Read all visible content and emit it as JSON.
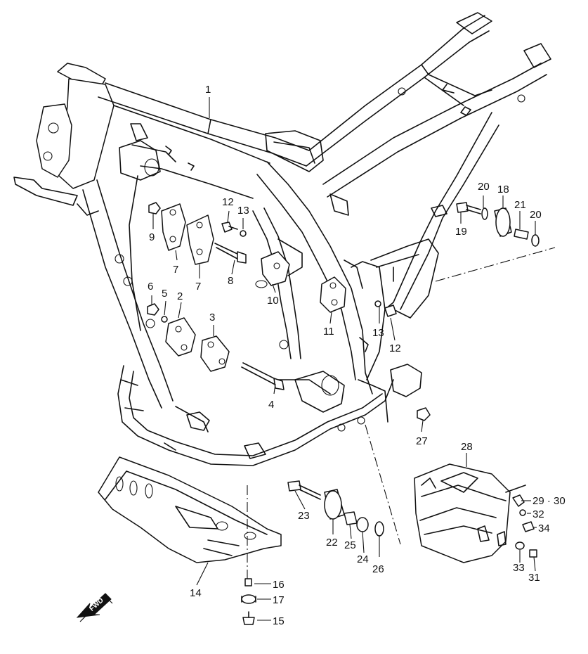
{
  "diagram": {
    "callouts": [
      {
        "id": "1",
        "label": "1"
      },
      {
        "id": "2",
        "label": "2"
      },
      {
        "id": "3",
        "label": "3"
      },
      {
        "id": "4",
        "label": "4"
      },
      {
        "id": "5",
        "label": "5"
      },
      {
        "id": "6",
        "label": "6"
      },
      {
        "id": "7a",
        "label": "7"
      },
      {
        "id": "7b",
        "label": "7"
      },
      {
        "id": "8",
        "label": "8"
      },
      {
        "id": "9",
        "label": "9"
      },
      {
        "id": "10",
        "label": "10"
      },
      {
        "id": "11",
        "label": "11"
      },
      {
        "id": "12a",
        "label": "12"
      },
      {
        "id": "12b",
        "label": "12"
      },
      {
        "id": "13a",
        "label": "13"
      },
      {
        "id": "13b",
        "label": "13"
      },
      {
        "id": "14",
        "label": "14"
      },
      {
        "id": "15",
        "label": "15"
      },
      {
        "id": "16",
        "label": "16"
      },
      {
        "id": "17",
        "label": "17"
      },
      {
        "id": "18",
        "label": "18"
      },
      {
        "id": "19",
        "label": "19"
      },
      {
        "id": "20a",
        "label": "20"
      },
      {
        "id": "20b",
        "label": "20"
      },
      {
        "id": "21",
        "label": "21"
      },
      {
        "id": "22",
        "label": "22"
      },
      {
        "id": "23",
        "label": "23"
      },
      {
        "id": "24",
        "label": "24"
      },
      {
        "id": "25",
        "label": "25"
      },
      {
        "id": "26",
        "label": "26"
      },
      {
        "id": "27",
        "label": "27"
      },
      {
        "id": "28",
        "label": "28"
      },
      {
        "id": "29-30",
        "label": "29 · 30"
      },
      {
        "id": "31",
        "label": "31"
      },
      {
        "id": "32",
        "label": "32"
      },
      {
        "id": "33",
        "label": "33"
      },
      {
        "id": "34",
        "label": "34"
      }
    ],
    "fwd_label": "FWD",
    "line_color": "#111111",
    "background": "#ffffff"
  }
}
